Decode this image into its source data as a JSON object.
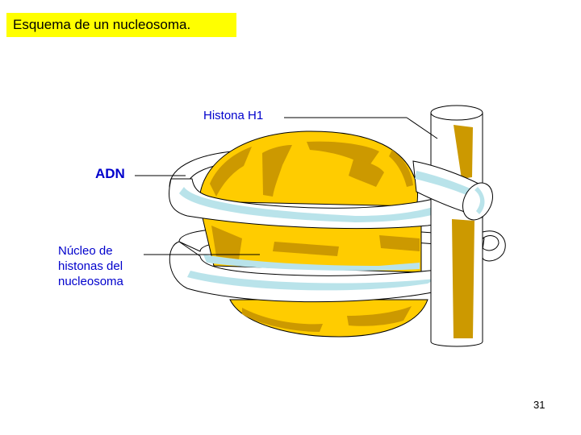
{
  "title": "Esquema de un nucleosoma.",
  "labels": {
    "histona_h1": "Histona H1",
    "adn": "ADN",
    "nucleo": [
      "Núcleo de",
      "histonas del",
      "nucleosoma"
    ]
  },
  "page_number": "31",
  "colors": {
    "title_bg": "#ffff00",
    "label_text": "#0000cc",
    "histone_core": "#ffcc00",
    "histone_shade": "#cc9900",
    "dna_stripe": "#b9e3ea"
  }
}
